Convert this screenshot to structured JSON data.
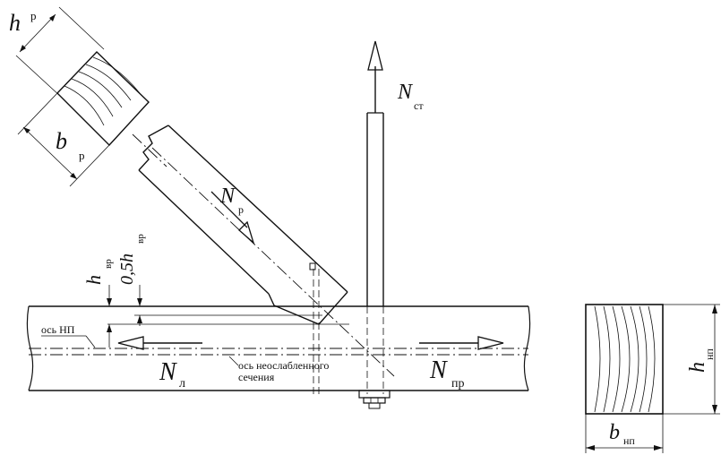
{
  "labels": {
    "h_p": "h",
    "h_p_sub": "р",
    "b_p": "b",
    "b_p_sub": "р",
    "N_st": "N",
    "N_st_sub": "ст",
    "N_p": "N",
    "N_p_sub": "р",
    "h_vr": "h",
    "h_vr_sub": "вр",
    "half_h_vr": "0,5h",
    "half_h_vr_sub": "вр",
    "N_l": "N",
    "N_l_sub": "л",
    "N_pr": "N",
    "N_pr_sub": "пр",
    "h_np": "h",
    "h_np_sub": "нп",
    "b_np": "b",
    "b_np_sub": "нп"
  },
  "notes": {
    "axis_np": "ось НП",
    "axis_unweakened_1": "ось неослабленного",
    "axis_unweakened_2": "сечения"
  }
}
